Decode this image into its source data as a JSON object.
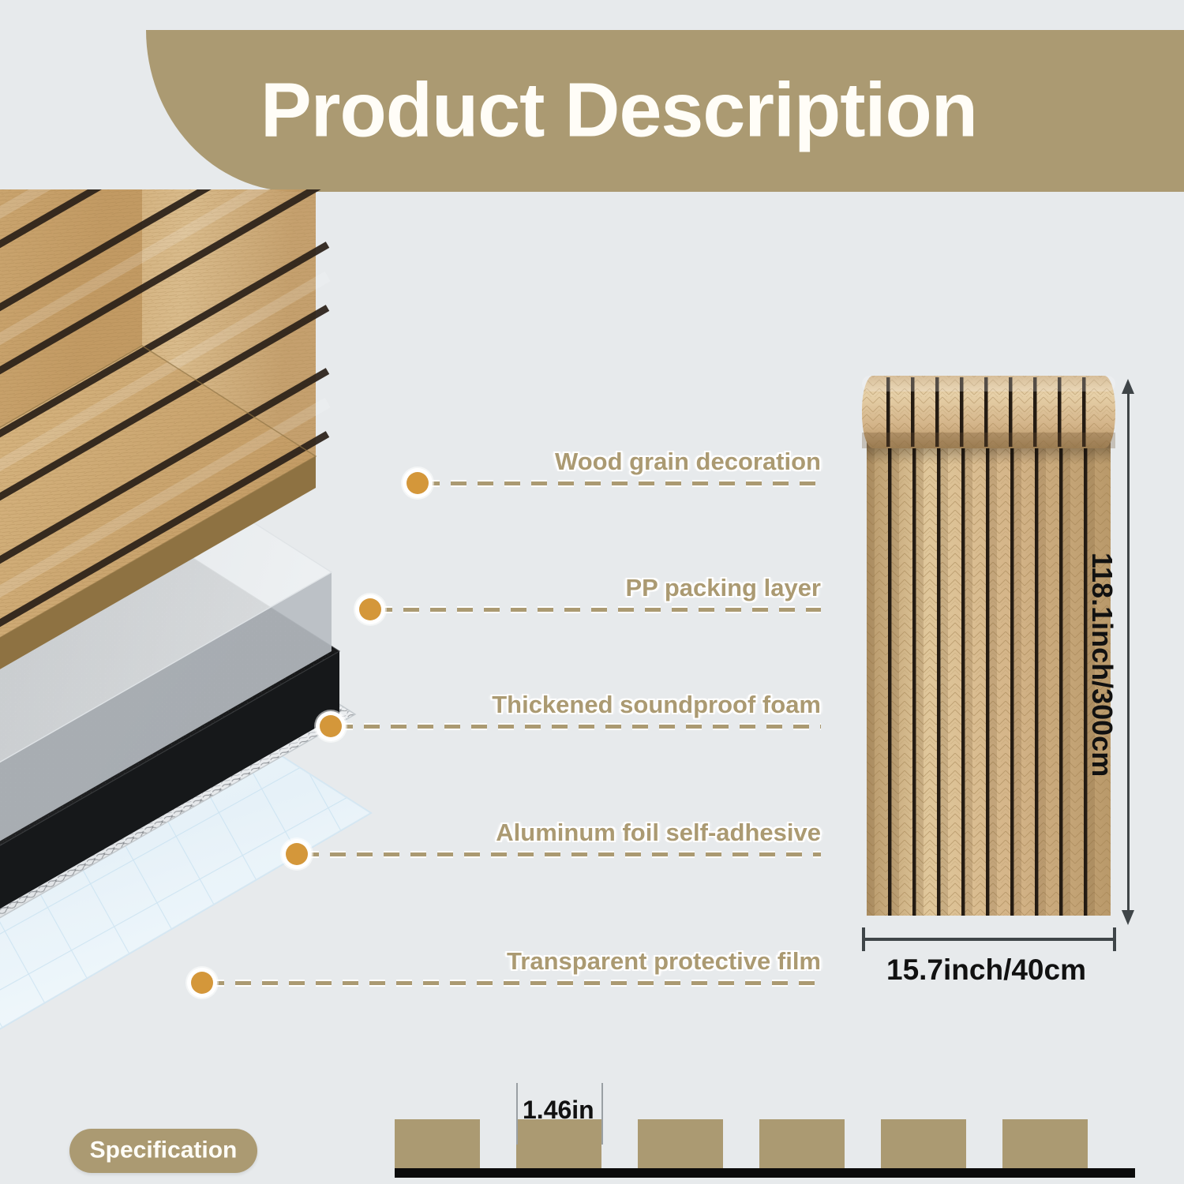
{
  "page": {
    "background_color": "#e7eaec",
    "accent_color": "#ab9a72",
    "dot_color": "#d4973a"
  },
  "header": {
    "title": "Product Description"
  },
  "layers": {
    "callouts": [
      {
        "id": "wood-grain",
        "label": "Wood grain decoration"
      },
      {
        "id": "pp-packing",
        "label": "PP packing layer"
      },
      {
        "id": "foam",
        "label": "Thickened soundproof foam"
      },
      {
        "id": "foil",
        "label": "Aluminum foil self-adhesive"
      },
      {
        "id": "film",
        "label": "Transparent protective film"
      }
    ]
  },
  "roll": {
    "height_dimension": "118.1inch/300cm",
    "width_dimension": "15.7inch/40cm"
  },
  "specification": {
    "pill_label": "Specification",
    "slat_width": "1.46in"
  }
}
